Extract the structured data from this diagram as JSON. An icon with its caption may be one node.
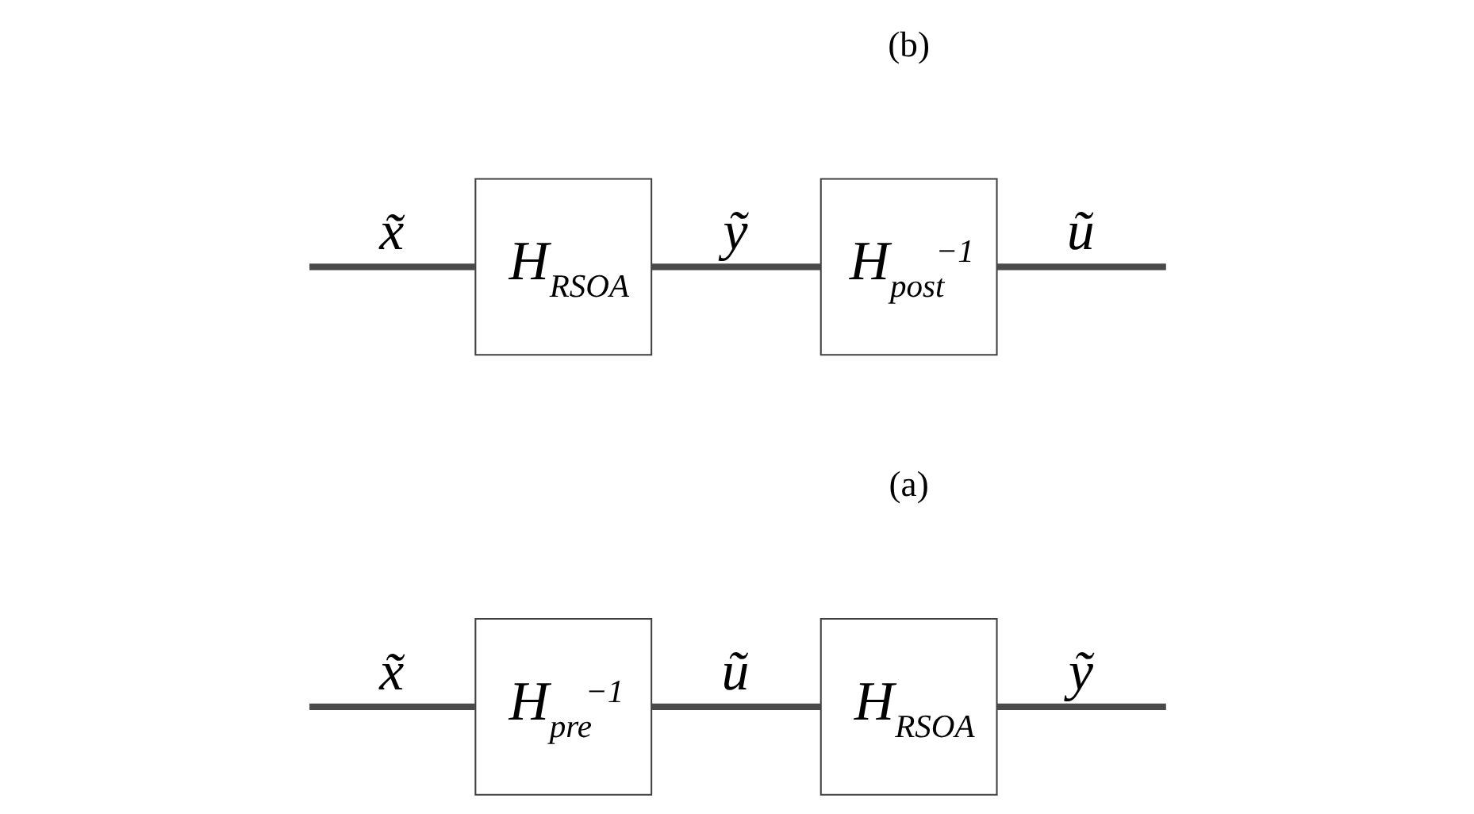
{
  "diagram": {
    "nodes": [
      {
        "text": [
          "H$_{pre}$$^{−1}$"
        ]
      },
      {
        "text": [
          "H$_{RSOA}$"
        ]
      },
      {
        "text": [
          "H$_{RSOA}$"
        ]
      },
      {
        "text": [
          "H$_{post}$$^{−1}$"
        ]
      }
    ],
    "edges": [
      {
        "from": null,
        "to": 0,
        "arrow": "none",
        "label": "x̃"
      },
      {
        "from": 0,
        "to": 1,
        "arrow": "none",
        "label": "ũ"
      },
      {
        "from": 1,
        "to": null,
        "arrow": "none",
        "label": "ỹ"
      },
      {
        "from": null,
        "to": 2,
        "arrow": "none",
        "label": "x̃"
      },
      {
        "from": 2,
        "to": 3,
        "arrow": "none",
        "label": "ỹ"
      },
      {
        "from": 3,
        "to": null,
        "arrow": "none",
        "label": "ũ"
      }
    ],
    "labels": [
      "(a)",
      "(b)"
    ]
  }
}
